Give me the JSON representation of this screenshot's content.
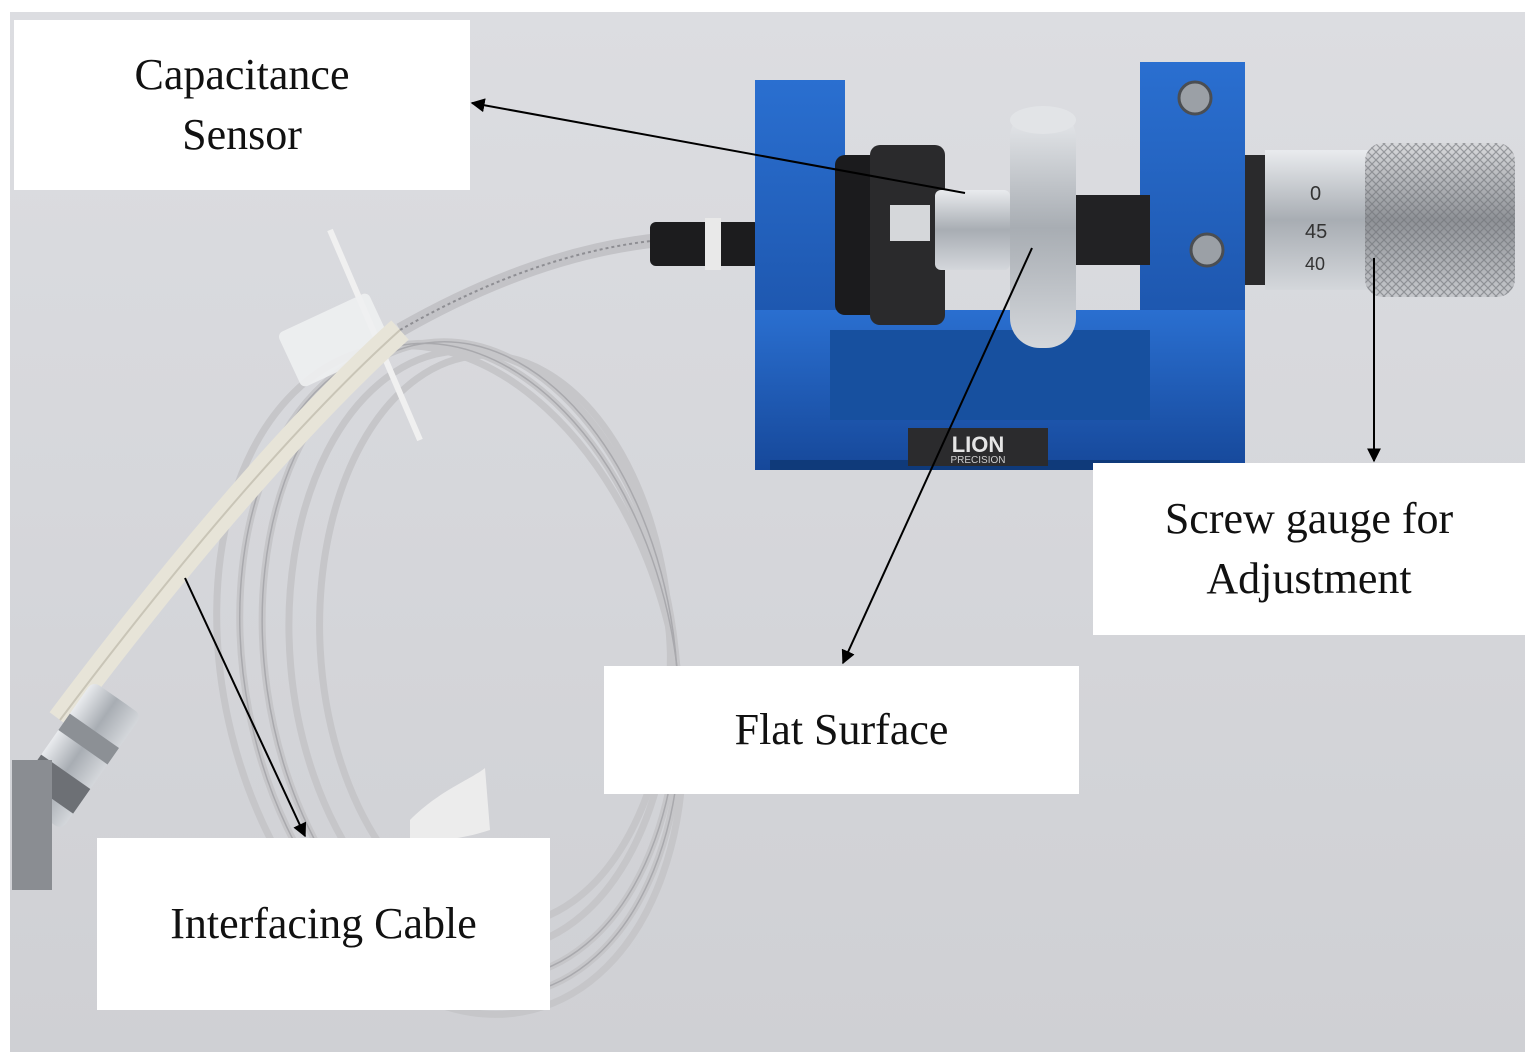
{
  "labels": {
    "capacitance_sensor": [
      "Capacitance",
      "Sensor"
    ],
    "screw_gauge": [
      "Screw gauge for",
      "Adjustment"
    ],
    "flat_surface": "Flat Surface",
    "interfacing_cable": "Interfacing Cable"
  },
  "markings": {
    "brand": "LION",
    "brand_sub": "PRECISION",
    "gauge_ticks": [
      "0",
      "45",
      "40"
    ]
  },
  "colors": {
    "fixture_blue": "#1f5fb4",
    "background_gray": "#d7d8dc",
    "cable_silver": "#c9c9cc",
    "cable_white": "#e8e6dc",
    "metal": "#bfc3c8"
  }
}
